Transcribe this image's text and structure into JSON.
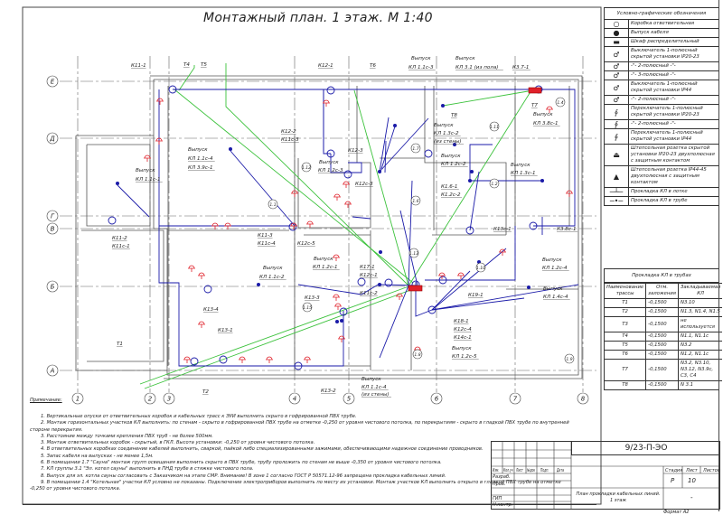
{
  "title": "Монтажный план. 1 этаж. М 1:40",
  "plan": {
    "axes_rows": [
      "Е",
      "Д",
      "Г",
      "В",
      "Б",
      "А"
    ],
    "axes_cols": [
      "1",
      "2",
      "3",
      "4",
      "5",
      "6",
      "7",
      "8"
    ],
    "labels": [
      "К11-1",
      "Т4",
      "Т5",
      "К12-1",
      "Т6",
      "Выпуск",
      "КЛ 1.1с-3",
      "Выпуск",
      "КЛ 3.1 (из пола)",
      "К3.7-1",
      "Т7",
      "Выпуск",
      "КЛ 3.8с-1",
      "Т8",
      "К12-2",
      "К11с-3",
      "Выпуск",
      "КЛ 1.1с-4",
      "КЛ 3.9с-1",
      "Выпуск",
      "КЛ 1.1с-1",
      "К12-3",
      "Выпуск",
      "КЛ 1.3с-2",
      "(из стены)",
      "Выпуск",
      "КЛ 1.2с-3",
      "Выпуск",
      "КЛ 1.2с-2",
      "Выпуск",
      "КЛ 1.3с-1",
      "К12с-3",
      "К1.6-1",
      "К1.2с-2",
      "К13с-1",
      "К3.8с-1",
      "К11-2",
      "К11с-1",
      "К11-3",
      "К11с-4",
      "К12с-5",
      "Выпуск",
      "КЛ 1.1с-2",
      "Выпуск",
      "КЛ 1.2с-1",
      "К17-1",
      "К12с-1",
      "Выпуск",
      "КЛ 1.2с-4",
      "Выпуск",
      "КЛ 1.4с-4",
      "К13-3",
      "К11с-2",
      "К19-1",
      "К13-4",
      "К13-1",
      "К18-1",
      "К12с-4",
      "К14с-1",
      "Выпуск",
      "КЛ 1.2с-5",
      "Т1",
      "Т2",
      "К13-2",
      "Выпуск",
      "КЛ 1.1с-4",
      "(из стены)"
    ],
    "rooms": [
      "1.1",
      "1.12",
      "1.7",
      "1.11",
      "1.2",
      "1.6",
      "1.4",
      "1.15",
      "1.13",
      "1.10",
      "1.8",
      "1.9"
    ]
  },
  "colors": {
    "cable": "#1a1aa8",
    "tray": "#3cc23c",
    "device": "#e0202a",
    "wall": "#555555"
  },
  "legend": {
    "title": "Условно-графические обозначения",
    "items": [
      {
        "icon": "junction-box",
        "text": "Коробка ответвительная"
      },
      {
        "icon": "cable-outlet",
        "text": "Выпуск кабеля"
      },
      {
        "icon": "distribution-cabinet",
        "text": "Шкаф распределительный"
      },
      {
        "icon": "switch-1pole",
        "text": "Выключатель 1-полюсный скрытой установки IP20-23"
      },
      {
        "icon": "switch-2pole",
        "text": "-\"- 2-полюсный -\"-"
      },
      {
        "icon": "switch-3pole",
        "text": "-\"- 3-полюсный -\"-"
      },
      {
        "icon": "switch-ip44",
        "text": "Выключатель 1-полюсный скрытой установки IP44"
      },
      {
        "icon": "switch-ip44-2pole",
        "text": "-\"- 2-полюсный -\"-"
      },
      {
        "icon": "changeover-switch",
        "text": "Переключатель 1-полюсный скрытой установки IP20-23"
      },
      {
        "icon": "changeover-switch-2pole",
        "text": "-\"- 2-полюсный -\"-"
      },
      {
        "icon": "changeover-switch-ip44",
        "text": "Переключатель 1-полюсный скрытой установки IP44"
      },
      {
        "icon": "socket",
        "text": "Штепсельная розетка скрытой установки IP20-23 двухполюсная с защитным контактом"
      },
      {
        "icon": "socket-ip44",
        "text": "Штепсельная розетка IP44-45 двухполюсная с защитным контактом"
      },
      {
        "icon": "tray-route",
        "text": "Прокладка КЛ в лотке"
      },
      {
        "icon": "pipe-route",
        "text": "Прокладка КЛ в трубе"
      }
    ]
  },
  "pipes": {
    "title": "Прокладка КЛ в трубах",
    "headers": [
      "Наименование трассы",
      "Отм. заложения",
      "Закладываемая КЛ"
    ],
    "rows": [
      [
        "Т1",
        "-0,1500",
        "N3.10"
      ],
      [
        "Т2",
        "-0,1500",
        "N1.3, N1.4, N1.5"
      ],
      [
        "Т3",
        "-0,1500",
        "не используется"
      ],
      [
        "Т4",
        "-0,1500",
        "N1.1, N1.1c"
      ],
      [
        "Т5",
        "-0,1500",
        "N3.2"
      ],
      [
        "Т6",
        "-0,1500",
        "N1.2, N1.1c"
      ],
      [
        "Т7",
        "-0,1500",
        "N3.2, N3.10, N3.12, N3.9c, C3, C4"
      ],
      [
        "Т8",
        "-0,1500",
        "N 3.1"
      ]
    ]
  },
  "notes": {
    "heading": "Примечание:",
    "items": [
      "1.  Вертикальные опуски от ответвительных коробок и кабельных трасс к ЭУИ выполнить скрыто в гофрированной ПВХ трубе.",
      "2.  Монтаж горизонтальных участков КЛ выполнить: по стенам - скрыто в гофрированной ПВХ трубе на отметке -0,250 от уровня чистового потолка, по перекрытиям - скрыто в гладкой ПВХ трубе по внутренней стороне перекрытия.",
      "3.  Расстояние между точками крепления ПВХ труб - не более 500мм.",
      "3.  Монтаж ответвительных коробок - скрытый, в ГКЛ. Высота установки: -0,250 от уровня чистового потолка.",
      "4.  В ответвительных коробках соединение кабелей выполнить, сваркой, пайкой либо специализированными зажимами, обеспечивающими надежное соединение проводников.",
      "5.  Запас кабеля на выпусках - не менее 1,5м.",
      "6.  В помещении 1.7 \"Сауна\" монтаж групп освещения выполнить скрыто в ПВХ трубе, трубу проложить по стенам не выше -0,350 от уровня чистового потолка.",
      "7.  КЛ группы 3.1 \"Эл. котел сауны\" выполнить в ПНД трубе в стяжке чистового пола.",
      "8.  Выпуск для эл. котла сауны согласовать с Заказчиком на этапе СМР. Внимание! В зоне 1 согласно ГОСТ Р 50571.12-96 запрещена прокладка кабельных линий.",
      "9.  В помещении 1.4 \"Котельная\" участки КЛ условно не показаны. Подключение электроприборов выполнить по месту их установки. Монтаж участков КЛ выполнить открыто в гладкой ПВХ трубе на отметке -0,250 от уровня чистового потолка."
    ]
  },
  "stamp": {
    "code": "9/23-П-ЭО",
    "cols": [
      "Изм.",
      "Кол.уч",
      "Лист",
      "№док",
      "Подп.",
      "Дата"
    ],
    "roles": [
      "Разраб.",
      "Пров.",
      "ГИП",
      "Н.контр."
    ],
    "sheet_title": "План прокладки кабельных линий. 1 этаж",
    "stage_h": "Стадия",
    "sheet_h": "Лист",
    "sheets_h": "Листов",
    "stage": "Р",
    "sheet": "10",
    "sheets": "-",
    "format": "Формат А2"
  }
}
